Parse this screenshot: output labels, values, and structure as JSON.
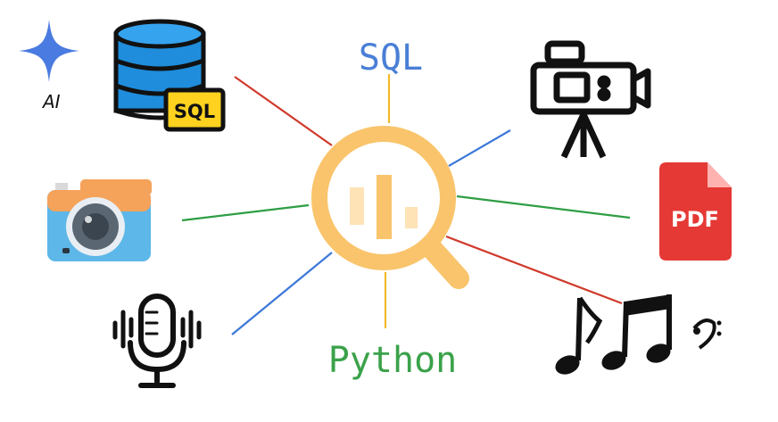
{
  "labels": {
    "ai": "AI",
    "sql_top": "SQL",
    "sql_badge": "SQL",
    "python": "Python",
    "pdf": "PDF"
  },
  "colors": {
    "red": "#d0392b",
    "green": "#2e9e44",
    "blue": "#3b78d8",
    "yellow": "#f2b92b",
    "magnifier": "#f9c46b",
    "sql_text": "#4a7fd6",
    "python_text": "#3aa24a",
    "pdf_red": "#e53935",
    "db_blue": "#1f8ddb",
    "sql_badge": "#ffd21f",
    "camera_orange": "#f5a25b",
    "camera_blue": "#5db7e8"
  },
  "icons": [
    "ai-sparkle-icon",
    "sql-database-icon",
    "photo-camera-icon",
    "microphone-icon",
    "video-camera-icon",
    "pdf-file-icon",
    "music-notes-icon",
    "magnifier-chart-icon"
  ]
}
